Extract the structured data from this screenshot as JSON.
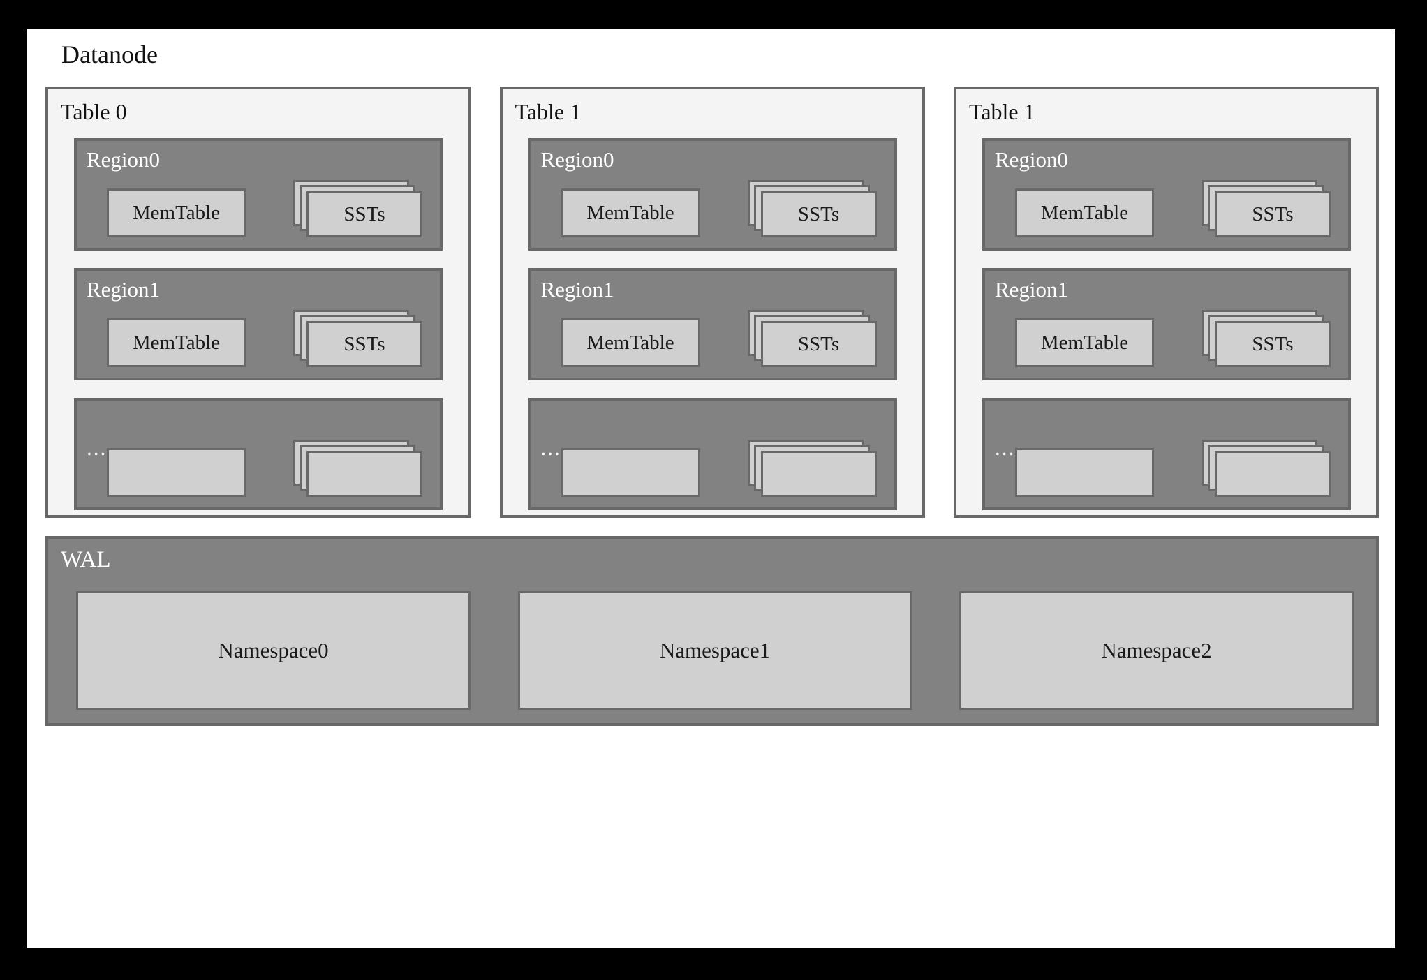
{
  "diagram": {
    "title": "Datanode",
    "tables": [
      {
        "label": "Table 0",
        "regions": [
          {
            "label": "Region0",
            "memtable": "MemTable",
            "ssts": "SSTs"
          },
          {
            "label": "Region1",
            "memtable": "MemTable",
            "ssts": "SSTs"
          },
          {
            "label": "...",
            "memtable": "",
            "ssts": ""
          }
        ]
      },
      {
        "label": "Table 1",
        "regions": [
          {
            "label": "Region0",
            "memtable": "MemTable",
            "ssts": "SSTs"
          },
          {
            "label": "Region1",
            "memtable": "MemTable",
            "ssts": "SSTs"
          },
          {
            "label": "...",
            "memtable": "",
            "ssts": ""
          }
        ]
      },
      {
        "label": "Table 1",
        "regions": [
          {
            "label": "Region0",
            "memtable": "MemTable",
            "ssts": "SSTs"
          },
          {
            "label": "Region1",
            "memtable": "MemTable",
            "ssts": "SSTs"
          },
          {
            "label": "...",
            "memtable": "",
            "ssts": ""
          }
        ]
      }
    ],
    "wal": {
      "label": "WAL",
      "namespaces": [
        "Namespace0",
        "Namespace1",
        "Namespace2"
      ]
    },
    "colors": {
      "frame": "#000000",
      "canvas": "#ffffff",
      "table_panel_fill": "#f4f4f4",
      "region_fill": "#828282",
      "box_fill": "#d0d0d0",
      "border": "#686868",
      "text_dark": "#1a1a1a",
      "text_light": "#ffffff"
    }
  }
}
